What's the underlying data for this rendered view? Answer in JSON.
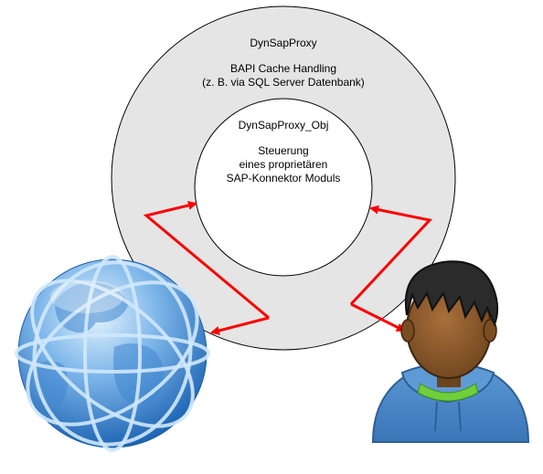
{
  "outer_ring": {
    "title": "DynSapProxy",
    "line1": "BAPI Cache Handling",
    "line2": "(z. B. via SQL Server Datenbank)"
  },
  "inner_circle": {
    "title": "DynSapProxy_Obj",
    "line1": "Steuerung",
    "line2": "eines proprietären",
    "line3": "SAP-Konnektor Moduls"
  },
  "colors": {
    "outer_fill": "#e5e5e5",
    "inner_fill": "#ffffff",
    "arrow": "#ff0000",
    "globe_light": "#cfe8fb",
    "globe_dark": "#1f73c6",
    "hoodie": "#4a87c9",
    "skin": "#8b5a2b",
    "hair": "#2b2b2b",
    "collar": "#6fcf3a"
  },
  "icons": [
    "globe-icon",
    "user-icon"
  ]
}
